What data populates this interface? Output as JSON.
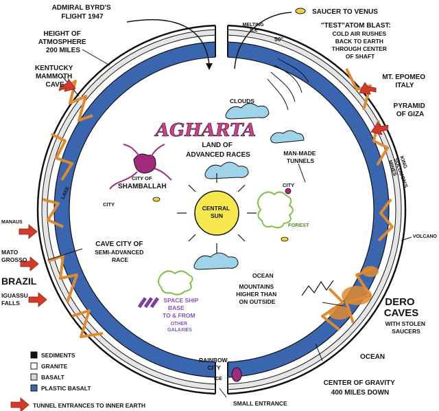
{
  "title": "AGHARTA",
  "subtitle_lines": [
    "LAND OF",
    "ADVANCED RACES"
  ],
  "labels": {
    "byrd": [
      "ADMIRAL BYRD'S",
      "FLIGHT 1947"
    ],
    "saucer_venus": "SAUCER TO VENUS",
    "atmosphere": [
      "HEIGHT OF",
      "ATMOSPHERE",
      "200 MILES"
    ],
    "melting_ice": [
      "MELTING",
      "ICE"
    ],
    "degrees": "50°",
    "atom_blast": [
      "\"TEST\"ATOM BLAST:",
      "COLD AIR RUSHES",
      "BACK TO EARTH",
      "THROUGH CENTER",
      "OF SHAFT"
    ],
    "kentucky": [
      "KENTUCKY",
      "MAMMOTH",
      "CAVE"
    ],
    "epomeo": [
      "MT. EPOMEO",
      "ITALY"
    ],
    "giza": [
      "PYRAMID",
      "OF GIZA"
    ],
    "clouds": "CLOUDS",
    "shamballah_small": "CITY OF",
    "shamballah": "SHAMBALLAH",
    "tunnels": [
      "MAN-MADE",
      "TUNNELS"
    ],
    "king_solomon": [
      "KING",
      "SOLOMON'S",
      "MINES"
    ],
    "lake": "LAKE",
    "city_left": "CITY",
    "city_right": "CITY",
    "central_sun": [
      "CENTRAL",
      "SUN"
    ],
    "forest": "FOREST",
    "manaus": "MANAUS",
    "volcano": "VOLCANO",
    "mato_grosso": [
      "MATO",
      "GROSSO"
    ],
    "cave_city": [
      "CAVE CITY OF",
      "SEMI-ADVANCED",
      "RACE"
    ],
    "brazil": "BRAZIL",
    "ocean_inner": "OCEAN",
    "iguassu": [
      "IGUASSU",
      "FALLS"
    ],
    "mountains": [
      "MOUNTAINS",
      "HIGHER THAN",
      "ON OUTSIDE"
    ],
    "spaceship": [
      "SPACE SHIP",
      "BASE",
      "TO & FROM",
      "OTHER",
      "GALAXIES"
    ],
    "dero": [
      "DERO",
      "CAVES"
    ],
    "dero_sub": [
      "WITH STOLEN",
      "SAUCERS"
    ],
    "ocean_outer": "OCEAN",
    "rainbow": [
      "RAINBOW",
      "CITY"
    ],
    "ice": "ICE",
    "gravity": [
      "CENTER OF GRAVITY",
      "400 MILES DOWN"
    ],
    "small_entrance": "SMALL ENTRANCE"
  },
  "legend": [
    {
      "label": "SEDIMENTS",
      "color": "#111111"
    },
    {
      "label": "GRANITE",
      "color": "#ffffff"
    },
    {
      "label": "BASALT",
      "color": "#d9d9d9"
    },
    {
      "label": "PLASTIC BASALT",
      "color": "#3a66b0"
    }
  ],
  "tunnel_legend": "TUNNEL ENTRANCES TO INNER EARTH",
  "colors": {
    "plastic_basalt": "#3a66b0",
    "tunnel": "#e08a30",
    "arrow": "#d43a2a",
    "title": "#d23c8e",
    "shamballah": "#a12a7e",
    "sun": "#f7e84e",
    "clouds": "#9fd3ea",
    "forest": "#7fc048",
    "spaceship_text": "#8a52b8"
  }
}
